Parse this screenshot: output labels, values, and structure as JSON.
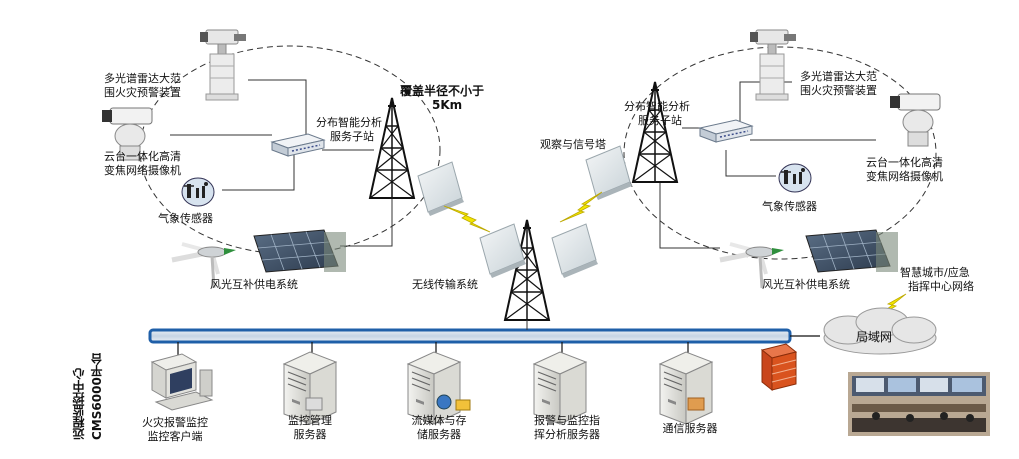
{
  "coverage": {
    "line1": "覆盖半径不小于",
    "line2": "5Km"
  },
  "left_site": {
    "radar_label": [
      "多光谱雷达大范",
      "围火灾预警装置"
    ],
    "camera_label": [
      "云台一体化高清",
      "变焦网络摄像机"
    ],
    "weather_label": "气象传感器",
    "analysis_label": [
      "分布智能分析",
      "服务子站"
    ],
    "power_label": "风光互补供电系统"
  },
  "right_site": {
    "radar_label": [
      "多光谱雷达大范",
      "围火灾预警装置"
    ],
    "camera_label": [
      "云台一体化高清",
      "变焦网络摄像机"
    ],
    "weather_label": "气象传感器",
    "analysis_label": [
      "分布智能分析",
      "服务子站"
    ],
    "power_label": "风光互补供电系统"
  },
  "observation_tower_label": "观察与信号塔",
  "wireless_label": "无线传输系统",
  "smart_city_label": [
    "智慧城市/应急",
    "指挥中心网络"
  ],
  "lan_label": "局域网",
  "platform_label": [
    "远程监控中心",
    "CMS6000平台"
  ],
  "servers": [
    {
      "name": "fire-alarm-client",
      "label": [
        "火灾报警监控",
        "监控客户端"
      ]
    },
    {
      "name": "monitor-mgmt-server",
      "label": [
        "监控管理",
        "服务器"
      ]
    },
    {
      "name": "streaming-storage-server",
      "label": [
        "流媒体与存",
        "储服务器"
      ]
    },
    {
      "name": "alarm-dispatch-server",
      "label": [
        "报警与监控指",
        "挥分析服务器"
      ]
    },
    {
      "name": "comm-server",
      "label": [
        "通信服务器"
      ]
    }
  ],
  "colors": {
    "bus": "#1f5fa8",
    "bus_light": "#d8e4f0",
    "lightning": "#f2e600",
    "firewall": "#d9531e"
  }
}
